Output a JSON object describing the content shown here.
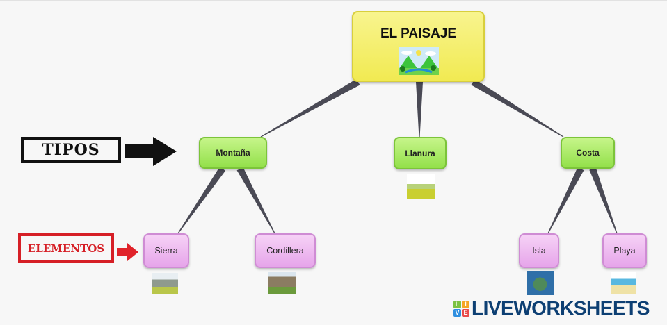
{
  "title": "EL PAISAJE",
  "side_labels": {
    "tipos": "TIPOS",
    "elementos": "ELEMENTOS"
  },
  "tipos": [
    {
      "label": "Montaña"
    },
    {
      "label": "Llanura"
    },
    {
      "label": "Costa"
    }
  ],
  "elementos": [
    {
      "label": "Sierra",
      "parent": "Montaña"
    },
    {
      "label": "Cordillera",
      "parent": "Montaña"
    },
    {
      "label": "Isla",
      "parent": "Costa"
    },
    {
      "label": "Playa",
      "parent": "Costa"
    }
  ],
  "brand": {
    "badge": [
      "L",
      "I",
      "V",
      "E"
    ],
    "text": "LIVEWORKSHEETS"
  },
  "colors": {
    "root": "#f6f07a",
    "tipo": "#a6e85e",
    "elemento": "#eebcf0",
    "connector": "#4a4a55",
    "tipos_label": "#111111",
    "elementos_label": "#d61f26",
    "brand": "#0d3f73"
  }
}
